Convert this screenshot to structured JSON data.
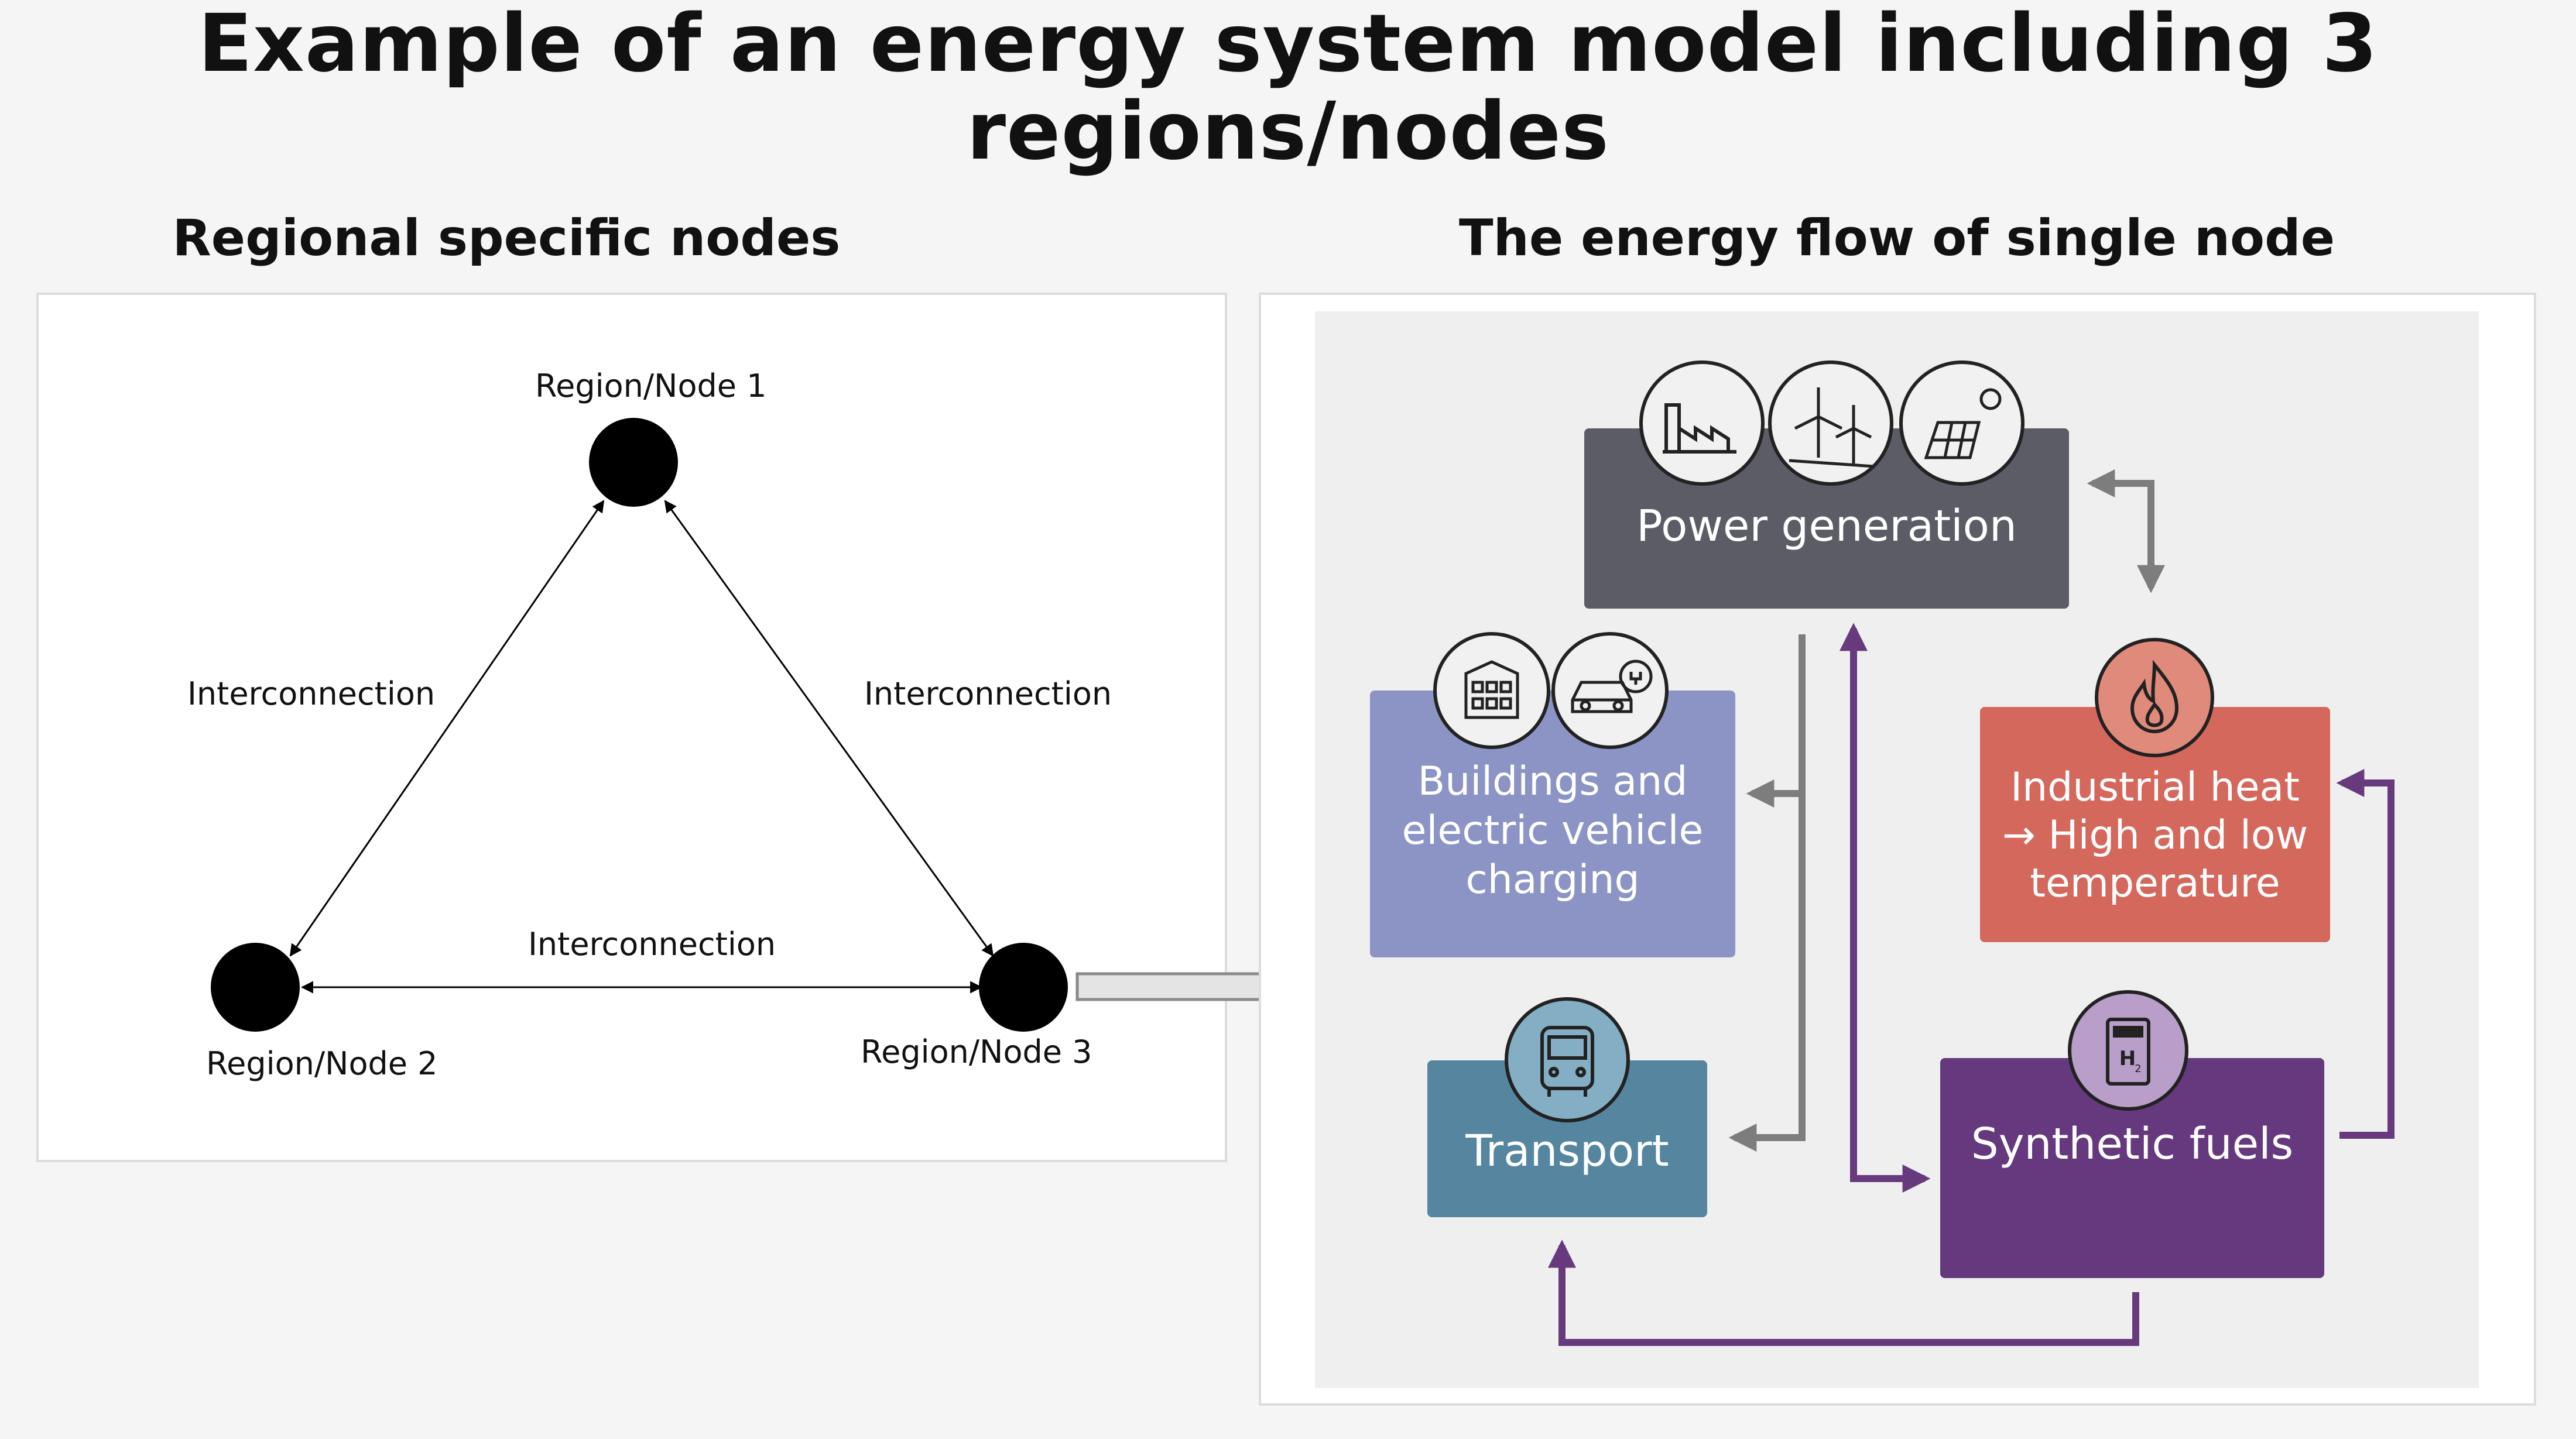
{
  "title": "Example of an energy system model including 3 regions/nodes",
  "left": {
    "heading": "Regional specific nodes",
    "nodes": [
      {
        "label": "Region/Node 1"
      },
      {
        "label": "Region/Node 2"
      },
      {
        "label": "Region/Node 3"
      }
    ],
    "interconnections": [
      "Interconnection",
      "Interconnection",
      "Interconnection"
    ]
  },
  "right": {
    "heading": "The energy flow of single node",
    "boxes": {
      "power": {
        "label": "Power generation",
        "color": "#5b5c66",
        "icons": [
          "factory-icon",
          "wind-turbine-icon",
          "solar-panel-icon"
        ]
      },
      "buildings": {
        "line1": "Buildings and",
        "line2": "electric vehicle",
        "line3": "charging",
        "color": "#8b94c5",
        "icons": [
          "building-icon",
          "electric-car-icon"
        ]
      },
      "industrial": {
        "line1": "Industrial heat",
        "line2": "→ High and low",
        "line3": "temperature",
        "color": "#d4685d",
        "icons": [
          "flame-icon"
        ]
      },
      "transport": {
        "label": "Transport",
        "color": "#56869f",
        "icons": [
          "bus-icon"
        ]
      },
      "synthetic": {
        "label": "Synthetic fuels",
        "color": "#66397f",
        "icons": [
          "hydrogen-pump-icon"
        ]
      }
    },
    "arrow_colors": {
      "grey": "#7d7d7d",
      "purple": "#663a7c"
    }
  }
}
